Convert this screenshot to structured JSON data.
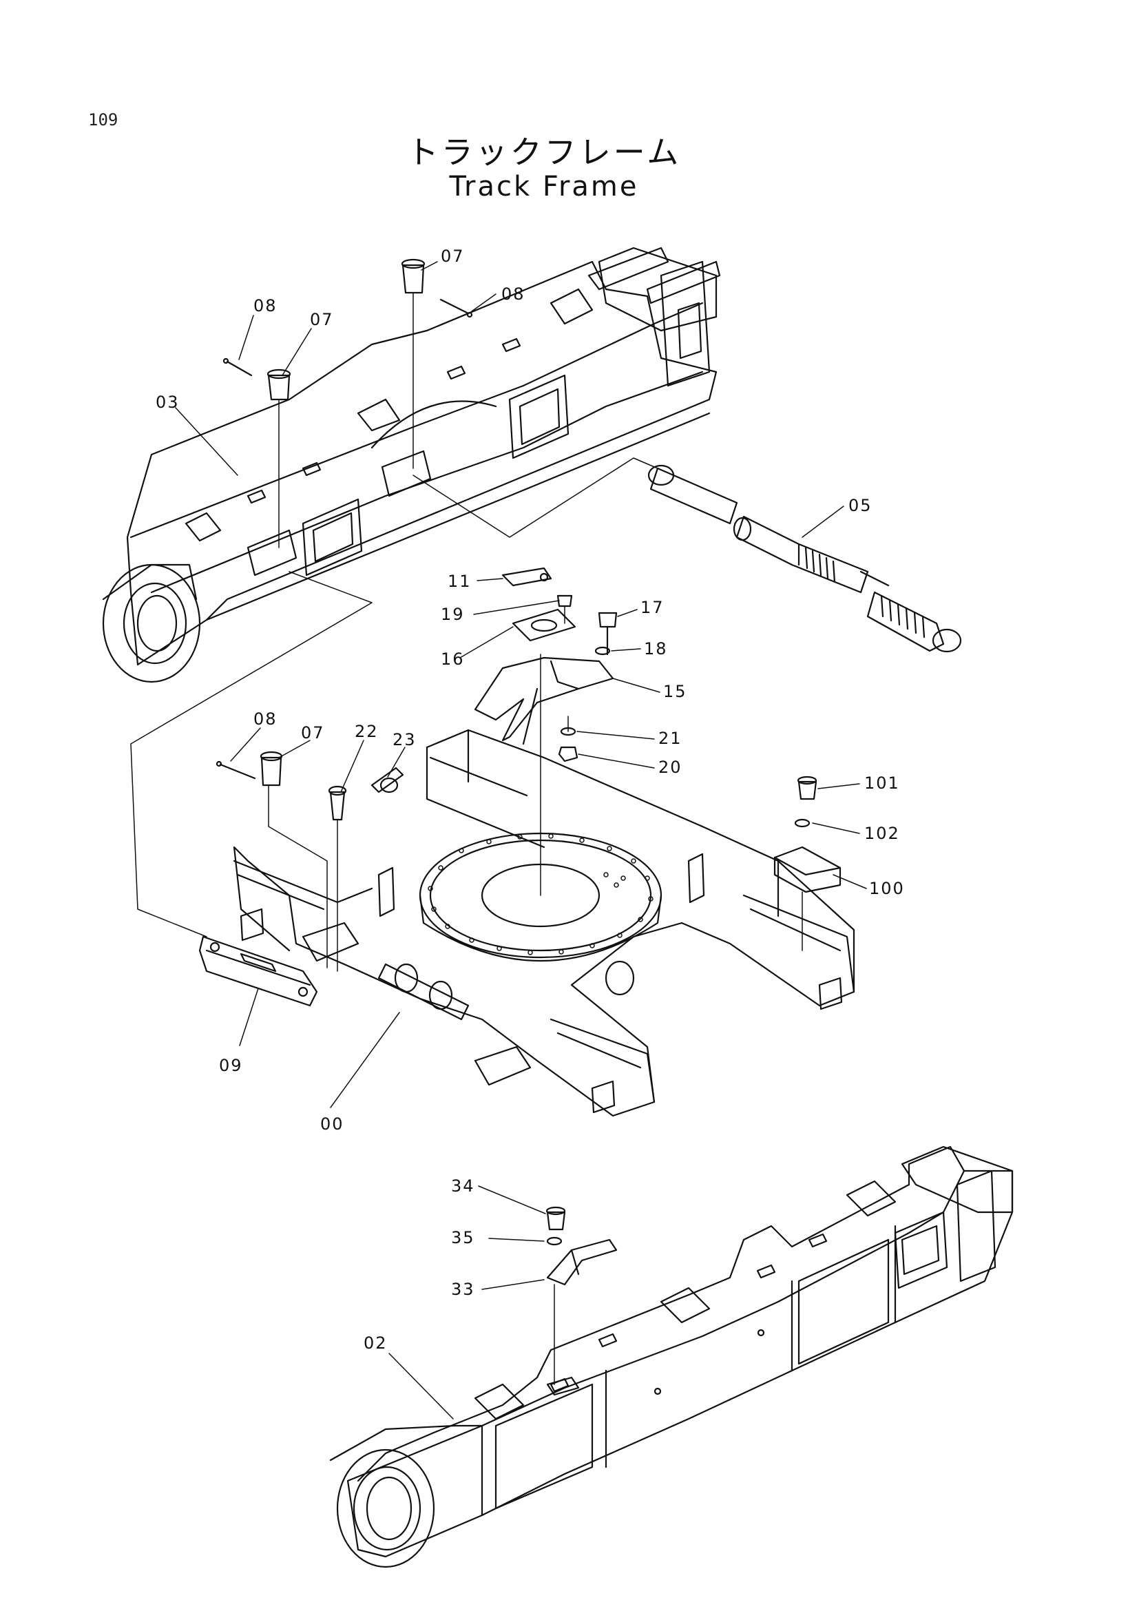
{
  "page_number": "109",
  "title_ja": "トラックフレーム",
  "title_en": "Track Frame",
  "callouts": {
    "p07a": "07",
    "p08a": "08",
    "p08b": "08",
    "p07b": "07",
    "p03": "03",
    "p05": "05",
    "p11": "11",
    "p19": "19",
    "p17": "17",
    "p16": "16",
    "p18": "18",
    "p15": "15",
    "p08c": "08",
    "p07c": "07",
    "p22": "22",
    "p23": "23",
    "p21": "21",
    "p20": "20",
    "p101": "101",
    "p102": "102",
    "p100": "100",
    "p09": "09",
    "p00": "00",
    "p34": "34",
    "p35": "35",
    "p33": "33",
    "p02": "02"
  }
}
